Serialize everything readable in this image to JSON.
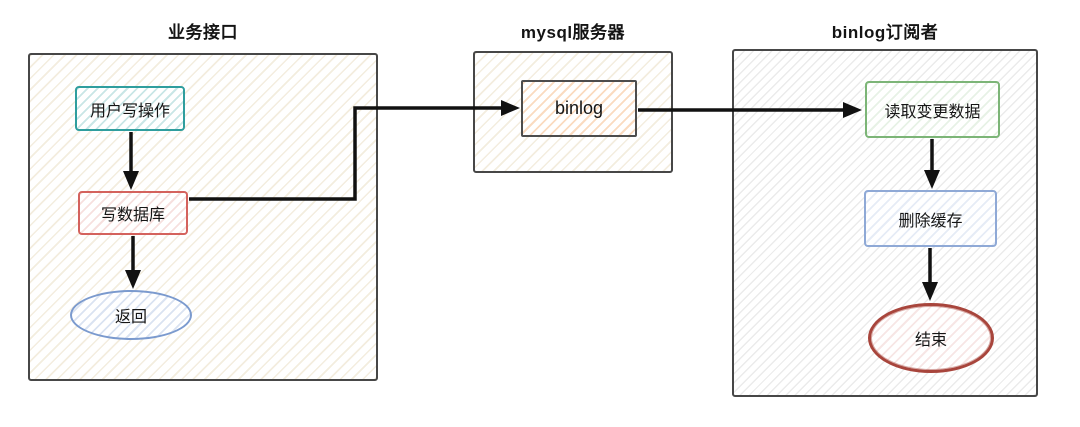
{
  "colors": {
    "arrow": "#111111",
    "container-border": "#474747",
    "teal": "#2f9e9e",
    "red": "#d4625d",
    "softblue": "#7b9ace",
    "dark": "#4d4d4d",
    "green": "#7cb577",
    "lightblue": "#8fa9d6",
    "brick": "#a8453c"
  },
  "diagram": {
    "groups": [
      {
        "title": "业务接口",
        "nodes": [
          {
            "label": "用户写操作",
            "shape": "rect",
            "color": "#2f9e9e"
          },
          {
            "label": "写数据库",
            "shape": "rect",
            "color": "#d4625d"
          },
          {
            "label": "返回",
            "shape": "ellipse",
            "color": "#7b9ace"
          }
        ]
      },
      {
        "title": "mysql服务器",
        "nodes": [
          {
            "label": "binlog",
            "shape": "rect",
            "color": "#4d4d4d"
          }
        ]
      },
      {
        "title": "binlog订阅者",
        "nodes": [
          {
            "label": "读取变更数据",
            "shape": "rect",
            "color": "#7cb577"
          },
          {
            "label": "删除缓存",
            "shape": "rect",
            "color": "#8fa9d6"
          },
          {
            "label": "结束",
            "shape": "ellipse",
            "color": "#a8453c"
          }
        ]
      }
    ],
    "edges": [
      {
        "from": "用户写操作",
        "to": "写数据库"
      },
      {
        "from": "写数据库",
        "to": "返回"
      },
      {
        "from": "写数据库",
        "to": "binlog"
      },
      {
        "from": "binlog",
        "to": "读取变更数据"
      },
      {
        "from": "读取变更数据",
        "to": "删除缓存"
      },
      {
        "from": "删除缓存",
        "to": "结束"
      }
    ]
  }
}
